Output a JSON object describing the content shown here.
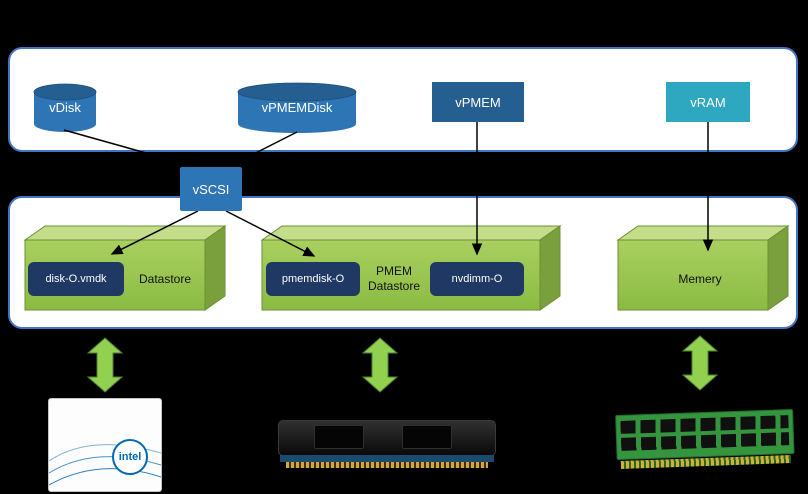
{
  "vm_layer": {
    "items": [
      {
        "label": "vDisk",
        "shape": "cylinder",
        "color": "#2e75b6"
      },
      {
        "label": "vPMEMDisk",
        "shape": "cylinder",
        "color": "#2e75b6"
      },
      {
        "label": "vPMEM",
        "shape": "rect",
        "color": "#255e91"
      },
      {
        "label": "vRAM",
        "shape": "rect",
        "color": "#2ea8c1"
      }
    ]
  },
  "vscsi": {
    "label": "vSCSI",
    "color": "#2e75b6"
  },
  "host_layer": {
    "datastore": {
      "label": "Datastore",
      "file": "disk-O.vmdk"
    },
    "pmem_datastore": {
      "label": "PMEM Datastore",
      "files": [
        "pmemdisk-O",
        "nvdimm-O"
      ]
    },
    "memory": {
      "label": "Memery"
    }
  },
  "hardware": {
    "ssd": {
      "logo": "intel"
    }
  },
  "colors": {
    "background": "#000000",
    "panel_border": "#4472c4",
    "chip_navy": "#1f3864",
    "box_green": "#9cc24b",
    "arrow_green": "#92d050",
    "intel_blue": "#0068b5"
  }
}
